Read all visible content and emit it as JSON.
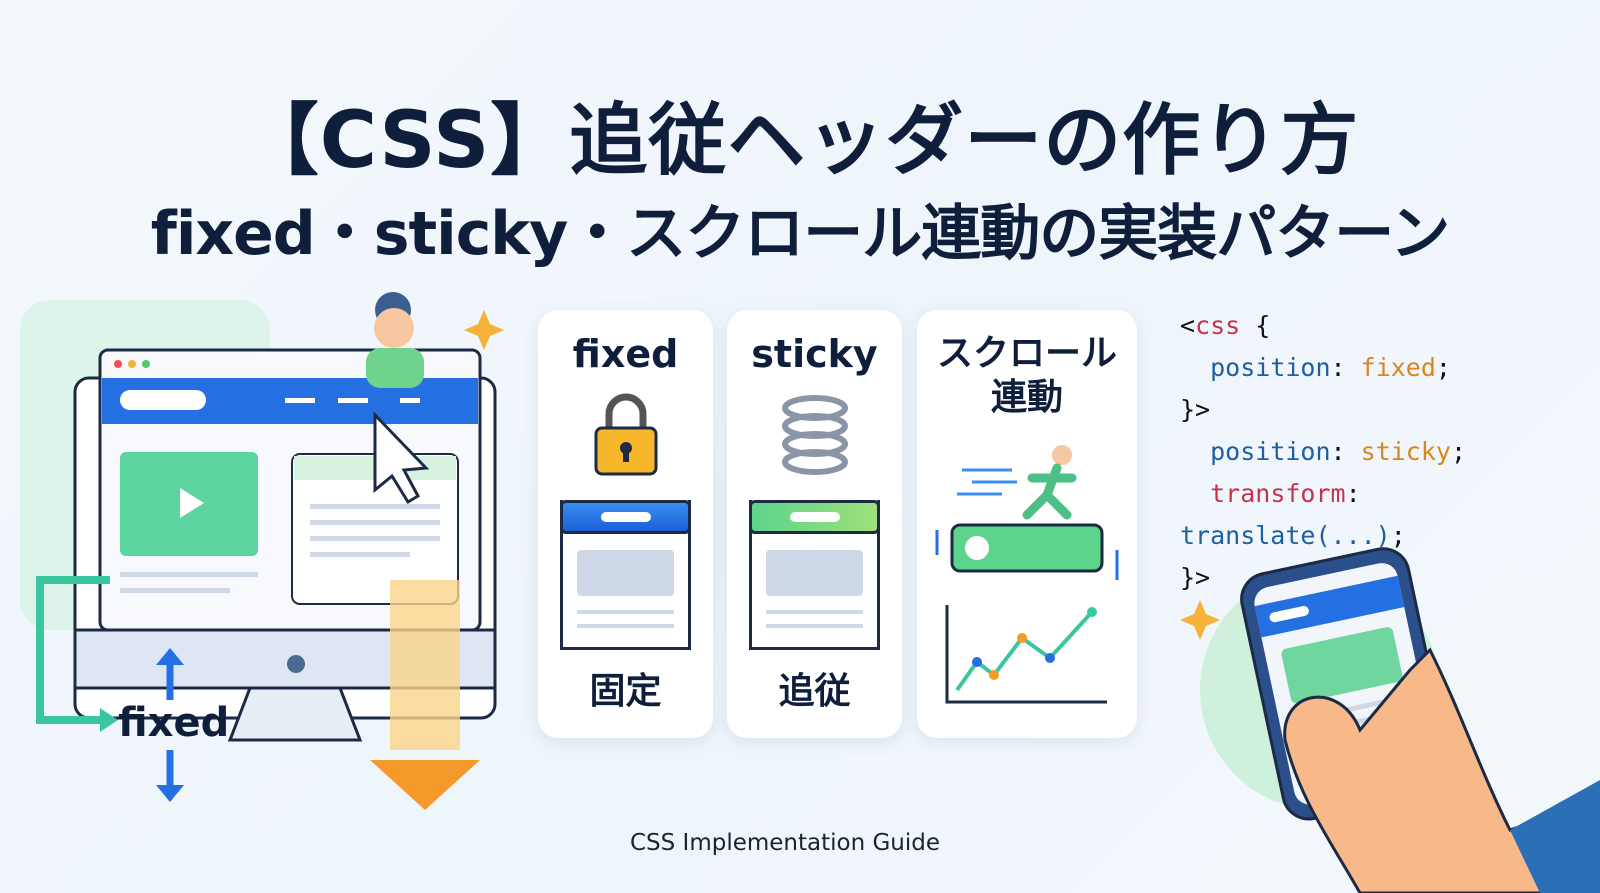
{
  "title": "【CSS】追従ヘッダーの作り方",
  "subtitle": "fixed・sticky・スクロール連動の実装パターン",
  "cards": [
    {
      "label": "fixed",
      "bottom": "固定",
      "icon": "padlock-icon"
    },
    {
      "label": "sticky",
      "bottom": "追従",
      "icon": "spring-icon"
    },
    {
      "label": "スクロール\n連動",
      "icon": "running-person-icon"
    }
  ],
  "monitor_label": "fixed",
  "code": {
    "l1a": "<",
    "l1b": "css",
    " l1c": " {",
    "l2a": "position",
    "l2b": ": ",
    "l2c": "fixed",
    "l2d": ";",
    "l3": "}>",
    "l4a": "position",
    "l4b": ": ",
    "l4c": "sticky",
    "l4d": ";",
    "l5a": "transform",
    "l5b": ": ",
    "l5c": "translate(...)",
    "l5d": ";",
    "l6": "}>"
  },
  "footer": "CSS Implementation Guide",
  "colors": {
    "title": "#0f1e3a",
    "blue": "#1b5fd6",
    "green": "#4cd08a",
    "orange": "#f59a2a"
  }
}
